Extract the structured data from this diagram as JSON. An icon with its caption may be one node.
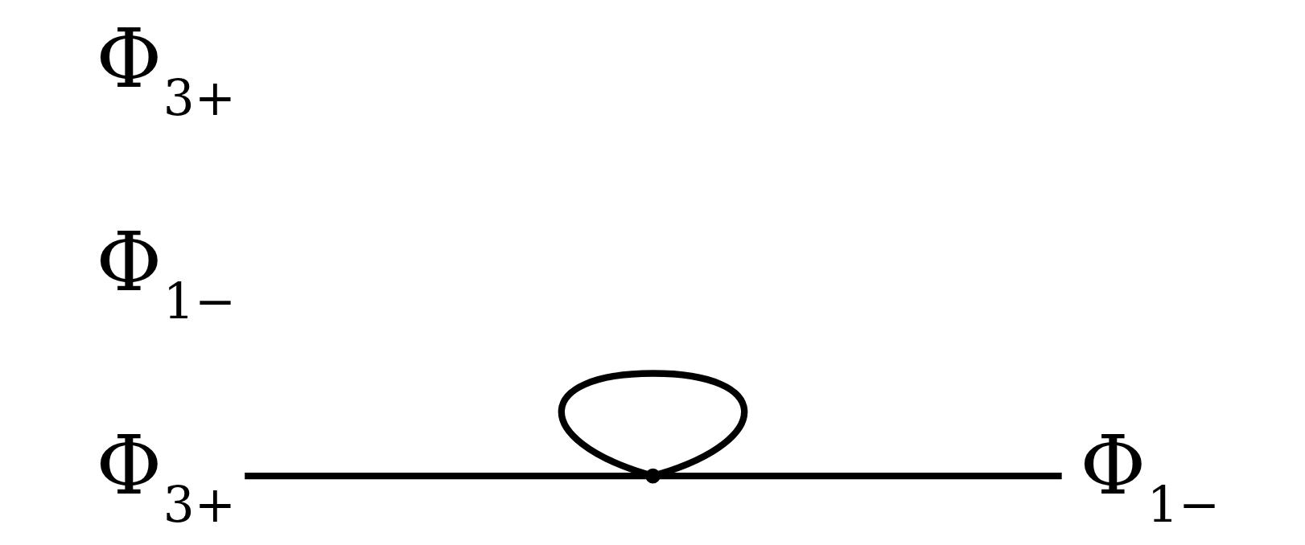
{
  "diagram": {
    "nodes": [
      {
        "text": [
          "Φ$_{3+}$"
        ]
      },
      {
        "text": [],
        "shape": "point"
      },
      {
        "text": [
          "Φ$_{1−}$"
        ]
      }
    ],
    "edges": [
      {
        "from": 0,
        "to": 1,
        "arrow": "none"
      },
      {
        "from": 1,
        "to": 1,
        "arrow": "none"
      },
      {
        "from": 1,
        "to": 2,
        "arrow": "none"
      }
    ],
    "labels": [
      "Φ$_{3+}$",
      "Φ$_{1−}$"
    ]
  }
}
